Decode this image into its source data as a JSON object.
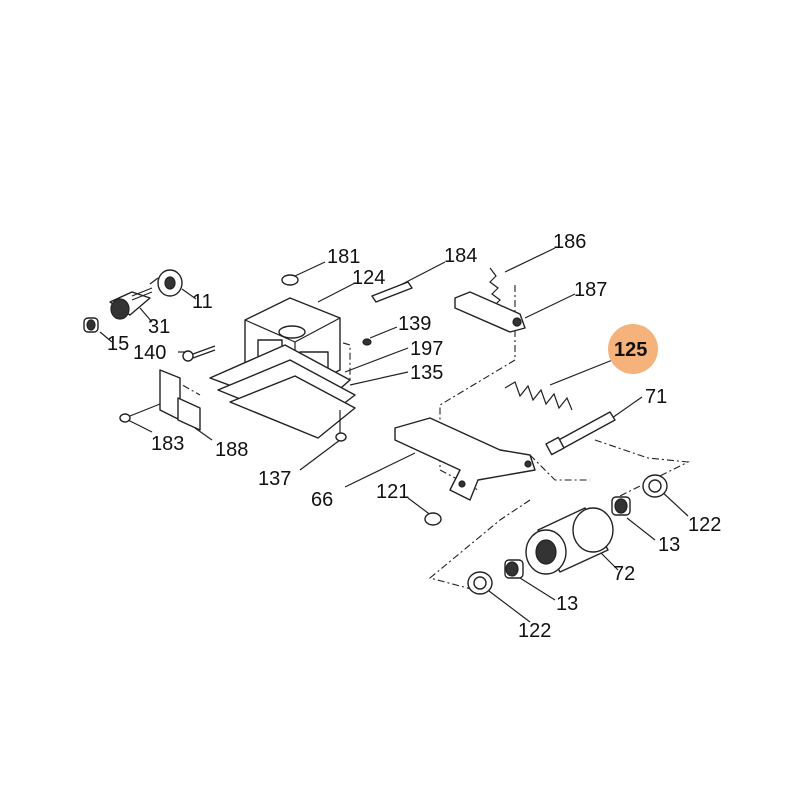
{
  "labels": {
    "l181": "181",
    "l184": "184",
    "l186": "186",
    "l124": "124",
    "l187": "187",
    "l11": "11",
    "l31": "31",
    "l139": "139",
    "l125": "125",
    "l15": "15",
    "l140": "140",
    "l197": "197",
    "l135": "135",
    "l71": "71",
    "l183": "183",
    "l188": "188",
    "l137": "137",
    "l66": "66",
    "l121": "121",
    "l122a": "122",
    "l13a": "13",
    "l72": "72",
    "l13b": "13",
    "l122b": "122"
  },
  "colors": {
    "highlight": "#f5b27a",
    "ink": "#222222"
  }
}
